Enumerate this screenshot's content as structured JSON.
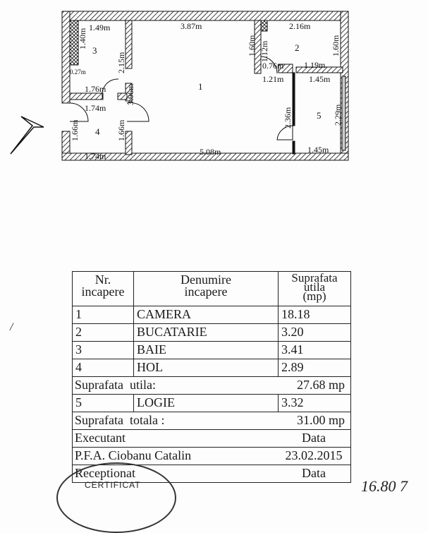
{
  "floor_plan": {
    "rooms": [
      {
        "id": "1",
        "label": "1"
      },
      {
        "id": "2",
        "label": "2"
      },
      {
        "id": "3",
        "label": "3"
      },
      {
        "id": "4",
        "label": "4"
      },
      {
        "id": "5",
        "label": "5"
      }
    ],
    "dimensions": {
      "d_149": "1.49m",
      "d_387": "3.87m",
      "d_216": "2.16m",
      "d_140": "1.40m",
      "d_215": "2.15m",
      "d_160a": "1.60m",
      "d_112": "1.12m",
      "d_160b": "1.60m",
      "d_027": "0.27m",
      "d_076": "0.76m",
      "d_119": "1.19m",
      "d_121": "1.21m",
      "d_145a": "1.45m",
      "d_176": "1.76m",
      "d_396": "3.96m",
      "d_174a": "1.74m",
      "d_236": "2.36m",
      "d_229": "2.29m",
      "d_166a": "1.66m",
      "d_166b": "1.66m",
      "d_174b": "1.74m",
      "d_508": "5.08m",
      "d_145b": "1.45m"
    },
    "entrance_arrow": "entrance-arrow"
  },
  "table": {
    "header": {
      "col1": [
        "Nr.",
        "incapere"
      ],
      "col2": [
        "Denumire",
        "incapere"
      ],
      "col3": [
        "Suprafata",
        "utila",
        "(mp)"
      ]
    },
    "rows": [
      {
        "nr": "1",
        "name": "CAMERA",
        "area": "18.18"
      },
      {
        "nr": "2",
        "name": "BUCATARIE",
        "area": "3.20"
      },
      {
        "nr": "3",
        "name": "BAIE",
        "area": "3.41"
      },
      {
        "nr": "4",
        "name": "HOL",
        "area": "2.89"
      }
    ],
    "subtotal": {
      "label": "Suprafata  utila:",
      "value": "27.68 mp"
    },
    "extra_row": {
      "nr": "5",
      "name": "LOGIE",
      "area": "3.32"
    },
    "total": {
      "label": "Suprafata  totala :",
      "value": "31.00 mp"
    },
    "executant": {
      "label": "Executant",
      "date_label": "Data"
    },
    "executant_name": {
      "label": "P.F.A. Ciobanu Catalin",
      "date": "23.02.2015"
    },
    "receptionat": {
      "label": "Receptionat",
      "date_label": "Data"
    }
  },
  "stamp": {
    "text": "CERTIFICAT"
  },
  "handwriting": {
    "bottom_right": "16.80 7"
  }
}
